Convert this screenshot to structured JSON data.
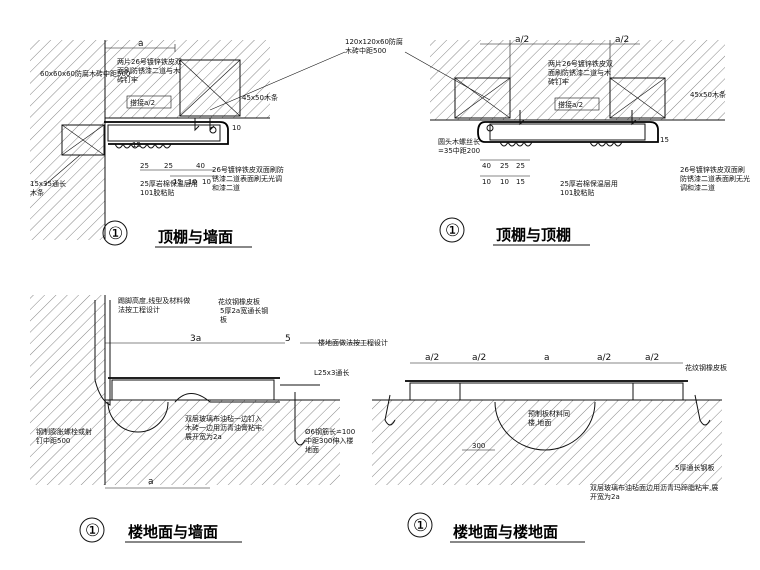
{
  "panels": [
    {
      "title": "顶棚与墙面",
      "number": "①",
      "labels": {
        "a_dim": "a",
        "keel_left": "60x60x60防腐木砖中距500",
        "plates_note": "两片26号镀锌铁皮双面刷防锈漆二道与木砖钉牢",
        "overlap": "搭接a/2",
        "batten": "45x50木条",
        "top_note": "120x120x60防腐木砖中距500",
        "dim_15": "15",
        "dims_bottom": [
          "25",
          "25",
          "40"
        ],
        "dims_bottom2": [
          "15",
          "10",
          "10"
        ],
        "dim_10": "10",
        "insul": "25厚岩棉保温层用101胶粘贴",
        "strip": "15x35通长木条",
        "sheet": "26号镀锌铁皮双面刷防锈漆二道表面刷无光调和漆二道"
      }
    },
    {
      "title": "顶棚与顶棚",
      "number": "①",
      "labels": {
        "a2_left": "a/2",
        "a2_right": "a/2",
        "plates_note": "两片26号镀锌铁皮双面刷防锈漆二道与木砖钉牢",
        "overlap": "搭接a/2",
        "batten": "45x50木条",
        "screw": "圆头木螺丝长=35中距200",
        "dims_top": [
          "40",
          "25",
          "25"
        ],
        "dims_bot": [
          "10",
          "10",
          "15"
        ],
        "dim_15": "15",
        "insul": "25厚岩棉保温层用101胶粘贴",
        "sheet": "26号镀锌铁皮双面刷防锈漆二道表面刷无光调和漆二道"
      }
    },
    {
      "title": "楼地面与墙面",
      "number": "①",
      "labels": {
        "skirt": "踢脚高度,线型及材料做法按工程设计",
        "floor_plate": "花纹钢橡皮板",
        "steel": "5厚2a宽通长钢板",
        "dim_3a": "3a",
        "dim_5": "5",
        "angle": "L25x3通长",
        "bolt": "钢制膨胀螺栓或射钉中距500",
        "cloth": "双层玻璃布油毡一边钉入木砖一边用沥青油膏粘牢,展开宽为2a",
        "rebar": "Ø6钢筋长=100中距300伸入楼地面",
        "a_dim": "a"
      }
    },
    {
      "title": "楼地面与楼地面",
      "number": "①",
      "labels": {
        "top_note": "楼地面做法按工程设计",
        "dims_top": [
          "a/2",
          "a/2",
          "a",
          "a/2",
          "a/2"
        ],
        "floor_plate": "花纹钢橡皮板",
        "precast": "预制板材料同楼,地面",
        "dim_300": "300",
        "steel": "5厚通长钢板",
        "cloth": "双层玻璃布油毡面边用沥青玛蹄脂粘牢,展开宽为2a"
      }
    }
  ]
}
